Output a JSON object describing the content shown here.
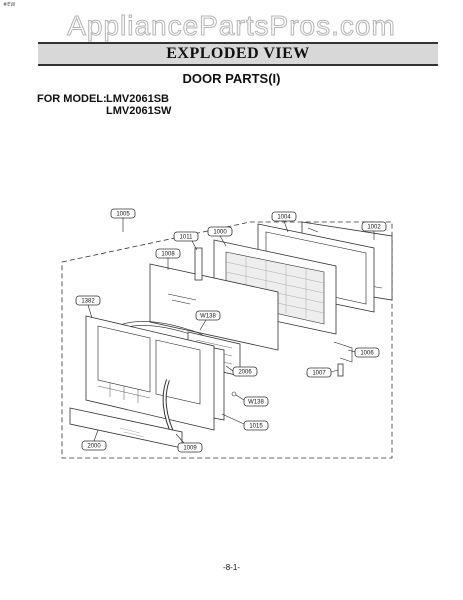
{
  "corner_mark": "#EW",
  "watermark": "AppliancePartsPros.com",
  "header": {
    "banner": "EXPLODED VIEW"
  },
  "title": "DOOR PARTS(I)",
  "model": {
    "label": "FOR MODEL:",
    "numbers": [
      "LMV2061SB",
      "LMV2061SW"
    ]
  },
  "part_labels": {
    "p1005": "1005",
    "p1000": "1000",
    "p1004": "1004",
    "p1002": "1002",
    "p1011": "1011",
    "p1008": "1008",
    "p1382": "1382",
    "w138a": "W138",
    "p2006": "2006",
    "p1007": "1007",
    "p1006": "1006",
    "w138b": "W138",
    "p1015": "1015",
    "p2000": "2000",
    "p1009": "1009"
  },
  "footer": {
    "page": "-8-1-"
  }
}
